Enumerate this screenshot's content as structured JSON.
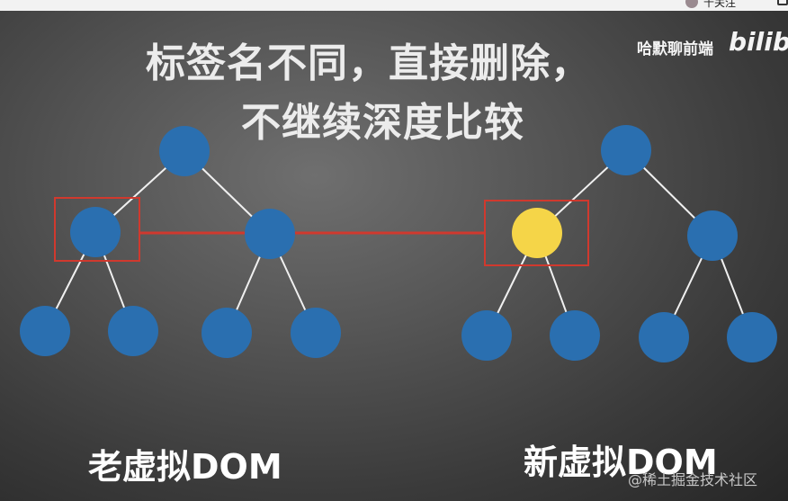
{
  "top_bar": {
    "text": "十关注",
    "icon": "menu-icon"
  },
  "title": {
    "line1": "标签名不同，直接删除，",
    "line2": "不继续深度比较"
  },
  "watermark": {
    "text": "哈默聊前端",
    "logo": "bilibili"
  },
  "labels": {
    "old_dom": "老虚拟DOM",
    "new_dom": "新虚拟DOM"
  },
  "credit": "@稀土掘金技术社区",
  "colors": {
    "node": "#2a6fb0",
    "changed_node": "#f5d548",
    "edge": "#f0f0f0",
    "highlight": "#d0392e"
  }
}
